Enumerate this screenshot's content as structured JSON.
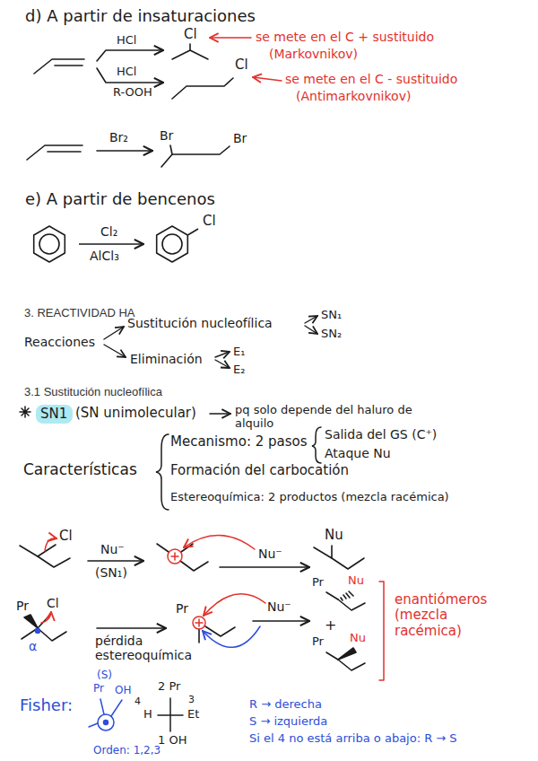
{
  "diagram": {
    "nodes": [
      {
        "text": [
          "SN1"
        ]
      }
    ],
    "labels": [
      "d) A partir de insaturaciones",
      "HCl",
      "Cl",
      "se mete en el C + sustituido",
      "(Markovnikov)",
      "HCl",
      "R-OOH",
      "Cl",
      "se mete en el C - sustituido",
      "(Antimarkovnikov)",
      "Br₂",
      "Br",
      "Br",
      "e) A partir de bencenos",
      "Cl₂",
      "AlCl₃",
      "Cl",
      "3. REACTIVIDAD HA",
      "Reacciones",
      "Sustitución nucleofílica",
      "SN₁",
      "SN₂",
      "Eliminación",
      "E₁",
      "E₂",
      "3.1 Sustitución nucleofílica",
      "(SN unimolecular)",
      "pq solo depende del haluro de alquilo",
      "Características",
      "Mecanismo: 2 pasos",
      "Salida del GS (C⁺)",
      "Ataque Nu",
      "Formación del carbocatión",
      "Estereoquímica: 2 productos (mezcla racémica)",
      "Cl",
      "Nu⁻",
      "(SN₁)",
      "Nu⁻",
      "Nu",
      "Pr",
      "Cl",
      "α",
      "pérdida estereoquímica",
      "Pr",
      "Nu⁻",
      "Pr",
      "Nu",
      "+",
      "Pr",
      "Nu",
      "enantiómeros (mezcla racémica)",
      "Fisher:",
      "(S)",
      "Pr",
      "OH",
      "2 Pr",
      "4",
      "H",
      "3",
      "Et",
      "1 OH",
      "Orden: 1,2,3",
      "R → derecha",
      "S → izquierda",
      "Si el 4 no está arriba o abajo: R → S"
    ]
  }
}
